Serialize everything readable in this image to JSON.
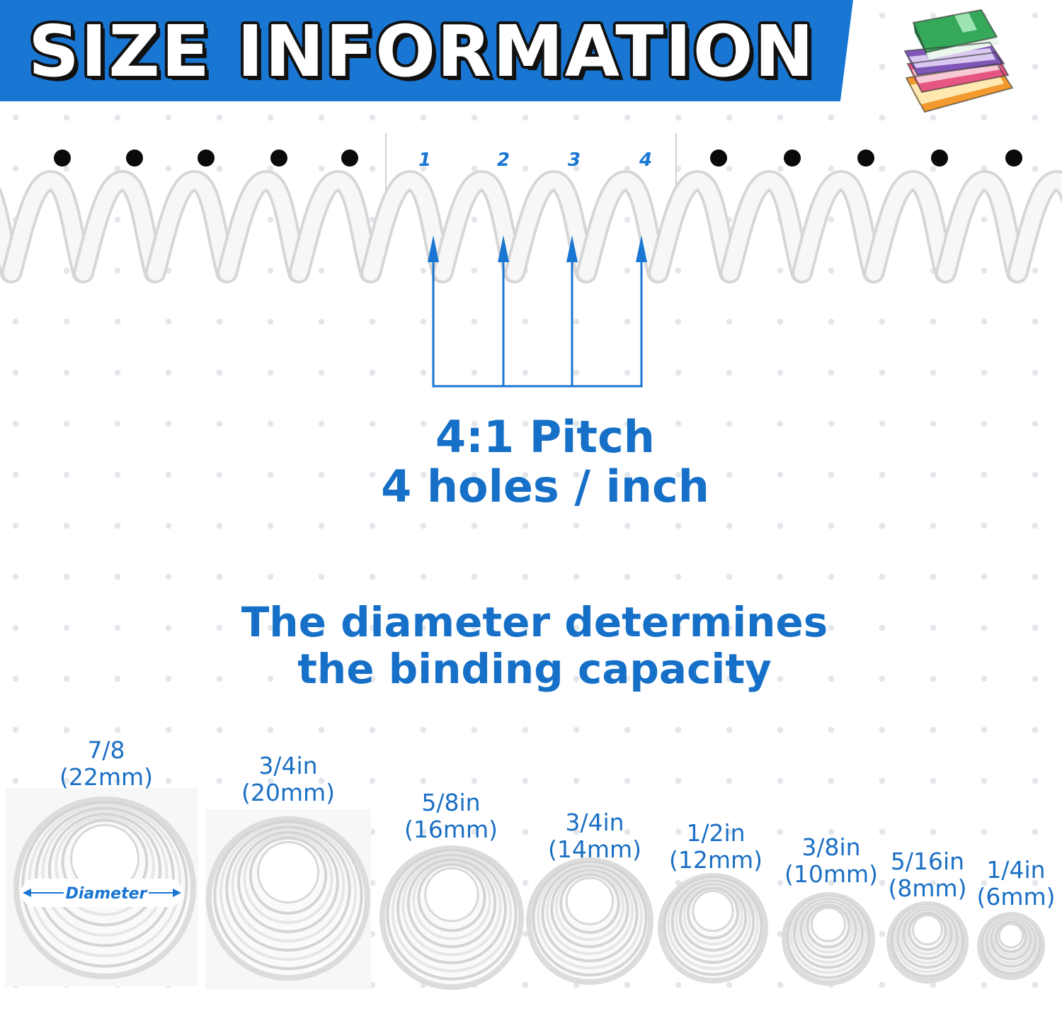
{
  "header": {
    "title": "SIZE INFORMATION",
    "accent_color": "#1976d2",
    "logo_icon": "stacked-books-icon"
  },
  "pitch": {
    "hole_numbers": [
      "1",
      "2",
      "3",
      "4"
    ],
    "line1": "4:1 Pitch",
    "line2": "4 holes / inch",
    "color": "#1670c8"
  },
  "capacity": {
    "line1": "The diameter determines",
    "line2": "the binding capacity"
  },
  "rings": {
    "diameter_label": "Diameter",
    "sizes": [
      {
        "fraction": "7/8",
        "metric": "(22mm)"
      },
      {
        "fraction": "3/4in",
        "metric": "(20mm)"
      },
      {
        "fraction": "5/8in",
        "metric": "(16mm)"
      },
      {
        "fraction": "3/4in",
        "metric": "(14mm)"
      },
      {
        "fraction": "1/2in",
        "metric": "(12mm)"
      },
      {
        "fraction": "3/8in",
        "metric": "(10mm)"
      },
      {
        "fraction": "5/16in",
        "metric": "(8mm)"
      },
      {
        "fraction": "1/4in",
        "metric": "(6mm)"
      }
    ]
  }
}
